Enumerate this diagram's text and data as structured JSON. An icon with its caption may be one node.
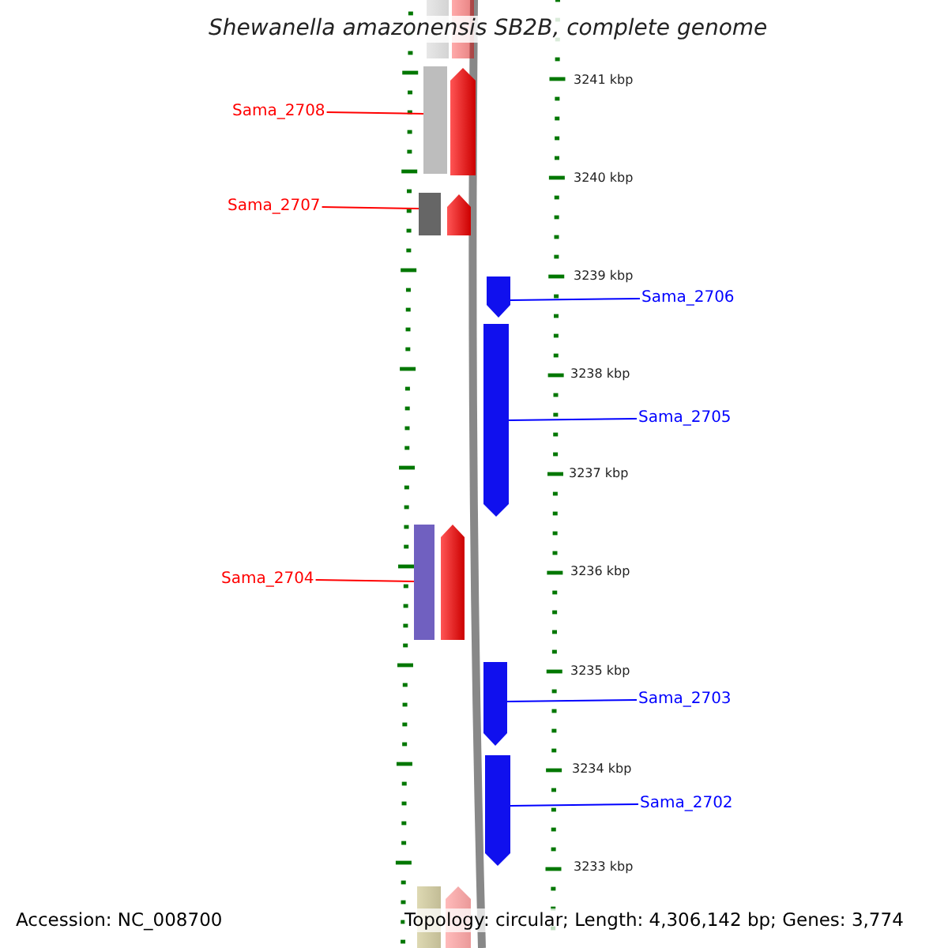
{
  "diagram": {
    "title": "Shewanella amazonensis SB2B, complete genome",
    "nodes": [
      {
        "text": [
          "Sama_2708"
        ]
      },
      {
        "text": [],
        "shape": "box"
      },
      {
        "text": [
          "Sama_2707"
        ]
      },
      {
        "text": [],
        "shape": "box"
      },
      {
        "text": [
          "Sama_2706"
        ]
      },
      {
        "text": [],
        "shape": "arrow"
      },
      {
        "text": [
          "Sama_2705"
        ]
      },
      {
        "text": [],
        "shape": "arrow"
      },
      {
        "text": [
          "Sama_2704"
        ]
      },
      {
        "text": [],
        "shape": "box"
      },
      {
        "text": [
          "Sama_2703"
        ]
      },
      {
        "text": [],
        "shape": "arrow"
      },
      {
        "text": [
          "Sama_2702"
        ]
      },
      {
        "text": [],
        "shape": "arrow"
      }
    ],
    "edges": [
      {
        "from": 0,
        "to": 1,
        "arrow": "none",
        "color": "#ff0000"
      },
      {
        "from": 2,
        "to": 3,
        "arrow": "none",
        "color": "#ff0000"
      },
      {
        "from": 4,
        "to": 5,
        "arrow": "none",
        "color": "#0000ff"
      },
      {
        "from": 6,
        "to": 7,
        "arrow": "none",
        "color": "#0000ff"
      },
      {
        "from": 8,
        "to": 9,
        "arrow": "none",
        "color": "#ff0000"
      },
      {
        "from": 10,
        "to": 11,
        "arrow": "none",
        "color": "#0000ff"
      },
      {
        "from": 12,
        "to": 13,
        "arrow": "none",
        "color": "#0000ff"
      }
    ],
    "labels": [
      "3241 kbp",
      "3240 kbp",
      "3239 kbp",
      "3238 kbp",
      "3237 kbp",
      "3236 kbp",
      "3235 kbp",
      "3234 kbp",
      "3233 kbp",
      "Accession: NC_008700",
      "Topology: circular; Length: 4,306,142 bp; Genes: 3,774"
    ]
  }
}
